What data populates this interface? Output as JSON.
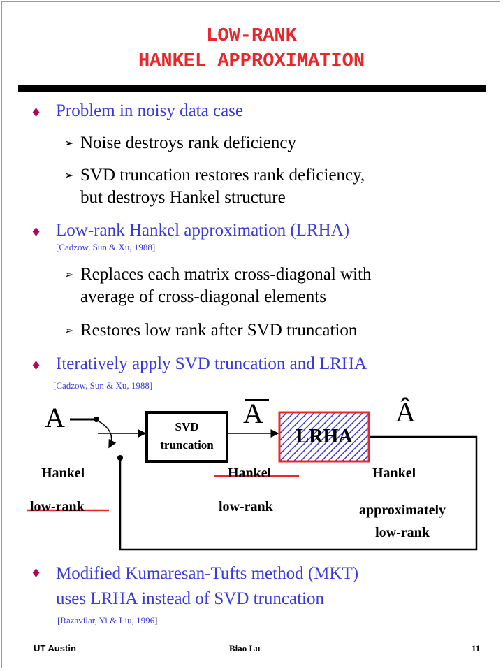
{
  "slide": {
    "title_line1": "LOW-RANK",
    "title_line2": "HANKEL APPROXIMATION",
    "bullets": {
      "b1": "Problem in noisy data case",
      "b1_s1": "Noise destroys rank deficiency",
      "b1_s2_line1": "SVD truncation restores rank deficiency,",
      "b1_s2_line2": "but destroys Hankel structure",
      "b2": "Low-rank Hankel approximation (LRHA)",
      "b2_cite": "[Cadzow, Sun & Xu, 1988]",
      "b2_s1_line1": "Replaces each matrix cross-diagonal with",
      "b2_s1_line2": "average of cross-diagonal elements",
      "b2_s2": "Restores low rank after SVD truncation",
      "b3": "Iteratively apply SVD truncation and LRHA",
      "b3_cite": "[Cadzow, Sun & Xu, 1988]",
      "b4_line1": "Modified Kumaresan-Tufts method (MKT)",
      "b4_line2": "uses LRHA instead of SVD truncation",
      "b4_cite": "[Razavilar, Yi & Liu, 1996]"
    },
    "diagram": {
      "input_symbol": "A",
      "mid_symbol": "A",
      "out_symbol": "Â",
      "svd_box_line1": "SVD",
      "svd_box_line2": "truncation",
      "lrha_box": "LRHA",
      "col1_prop1": "Hankel",
      "col1_prop2": "low-rank",
      "col2_prop1": "Hankel",
      "col2_prop2": "low-rank",
      "col3_prop1": "Hankel",
      "col3_prop2_line1": "approximately",
      "col3_prop2_line2": "low-rank"
    },
    "footer": {
      "left": "UT Austin",
      "center": "Biao Lu",
      "page": "11"
    },
    "colors": {
      "title": "#e8272c",
      "bullet_blue": "#3a3ad8",
      "diamond": "#b8005a",
      "strike": "#e8272c",
      "lrha_hatch": "#3a3ad8"
    }
  }
}
